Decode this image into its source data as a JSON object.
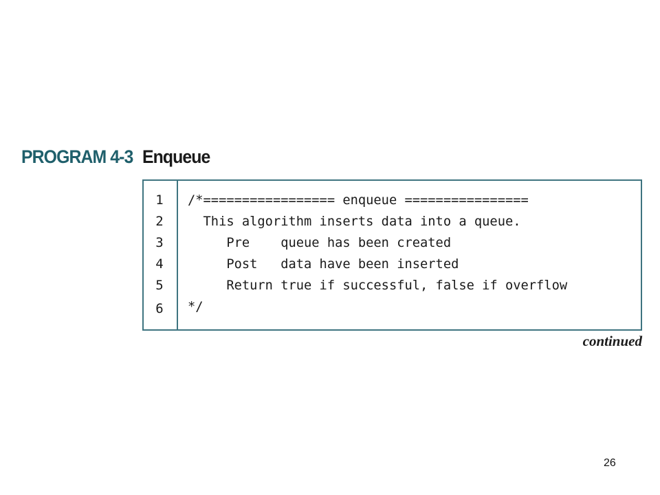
{
  "program": {
    "label": "PROGRAM 4-3",
    "title": "Enqueue"
  },
  "code": {
    "lines": [
      {
        "number": "1",
        "text": "/*================= enqueue ================"
      },
      {
        "number": "2",
        "text": "  This algorithm inserts data into a queue."
      },
      {
        "number": "3",
        "text": "     Pre    queue has been created"
      },
      {
        "number": "4",
        "text": "     Post   data have been inserted"
      },
      {
        "number": "5",
        "text": "     Return true if successful, false if overflow"
      },
      {
        "number": "6",
        "text": "*/"
      }
    ]
  },
  "footer": {
    "continued": "continued",
    "slide_number": "26"
  }
}
